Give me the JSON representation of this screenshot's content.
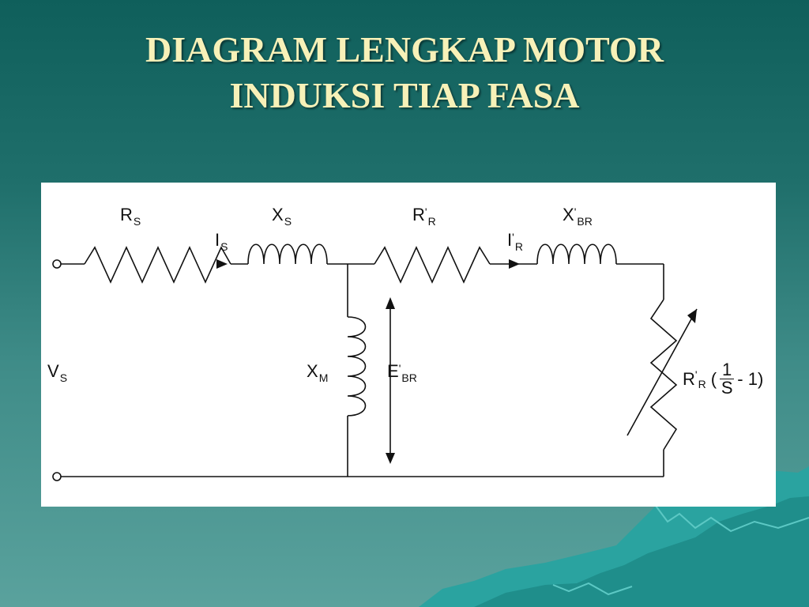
{
  "slide": {
    "title_line1": "DIAGRAM LENGKAP MOTOR",
    "title_line2": "INDUKSI TIAP FASA"
  },
  "diagram": {
    "labels": {
      "rs_main": "R",
      "rs_sub": "S",
      "xs_main": "X",
      "xs_sub": "S",
      "rr_main": "R",
      "rr_prime": "'",
      "rr_sub": "R",
      "xbr_main": "X",
      "xbr_prime": "'",
      "xbr_sub": "BR",
      "is_main": "I",
      "is_sub": "S",
      "ir_main": "I",
      "ir_prime": "'",
      "ir_sub": "R",
      "vs_main": "V",
      "vs_sub": "S",
      "xm_main": "X",
      "xm_sub": "M",
      "ebr_main": "E",
      "ebr_prime": "'",
      "ebr_sub": "BR",
      "load_main": "R",
      "load_prime": "'",
      "load_sub": "R",
      "load_open": "(",
      "load_num": "1",
      "load_den": "S",
      "load_rest": "- 1)"
    }
  },
  "colors": {
    "title": "#f7f1b8",
    "panel": "#ffffff",
    "line": "#111111",
    "mountain": "#2aa3a0"
  }
}
